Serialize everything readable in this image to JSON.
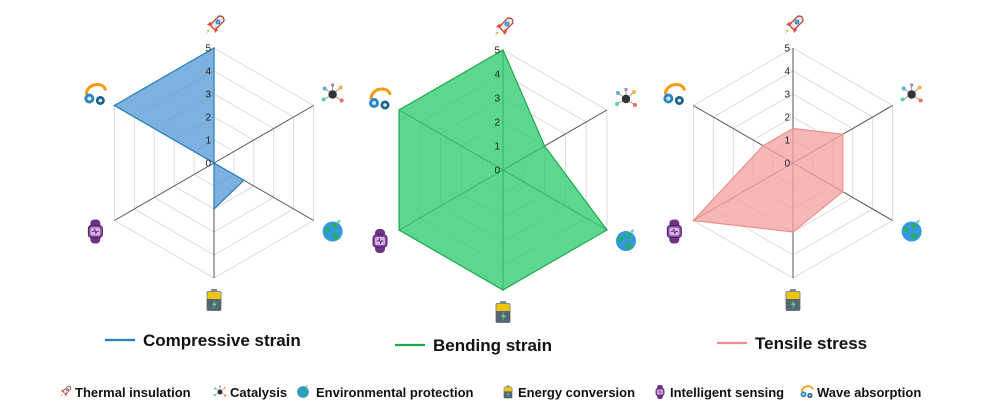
{
  "chart_data": [
    {
      "type": "radar",
      "axes_max": 5,
      "ticks": [
        "0",
        "1",
        "2",
        "3",
        "4",
        "5"
      ],
      "categories": [
        "Thermal insulation",
        "Catalysis",
        "Environmental protection",
        "Energy conversion",
        "Intelligent sensing",
        "Wave absorption"
      ],
      "series": [
        {
          "name": "Compressive strain",
          "values": [
            5,
            0,
            1.5,
            2,
            0,
            5
          ]
        }
      ],
      "color": "#5b9bd5",
      "line_color": "#1f7fc0"
    },
    {
      "type": "radar",
      "axes_max": 5,
      "ticks": [
        "0",
        "1",
        "2",
        "3",
        "4",
        "5"
      ],
      "categories": [
        "Thermal insulation",
        "Catalysis",
        "Environmental protection",
        "Energy conversion",
        "Intelligent sensing",
        "Wave absorption"
      ],
      "series": [
        {
          "name": "Bending strain",
          "values": [
            5,
            2,
            5,
            5,
            5,
            5
          ]
        }
      ],
      "color": "#2ecc71",
      "line_color": "#1ea84f"
    },
    {
      "type": "radar",
      "axes_max": 5,
      "ticks": [
        "0",
        "1",
        "2",
        "3",
        "4",
        "5"
      ],
      "categories": [
        "Thermal insulation",
        "Catalysis",
        "Environmental protection",
        "Energy conversion",
        "Intelligent sensing",
        "Wave absorption"
      ],
      "series": [
        {
          "name": "Tensile stress",
          "values": [
            1.5,
            2.5,
            2.5,
            3,
            5,
            1.5
          ]
        }
      ],
      "color": "#f4a3a3",
      "line_color": "#ee8e8e"
    }
  ],
  "bottom_legend": [
    {
      "label": "Thermal insulation",
      "icon": "rocket-icon"
    },
    {
      "label": "Catalysis",
      "icon": "catalysis-molecule-icon"
    },
    {
      "label": "Environmental protection",
      "icon": "earth-icon"
    },
    {
      "label": "Energy conversion",
      "icon": "battery-icon"
    },
    {
      "label": "Intelligent sensing",
      "icon": "smartwatch-icon"
    },
    {
      "label": "Wave absorption",
      "icon": "wave-absorption-icon"
    }
  ]
}
